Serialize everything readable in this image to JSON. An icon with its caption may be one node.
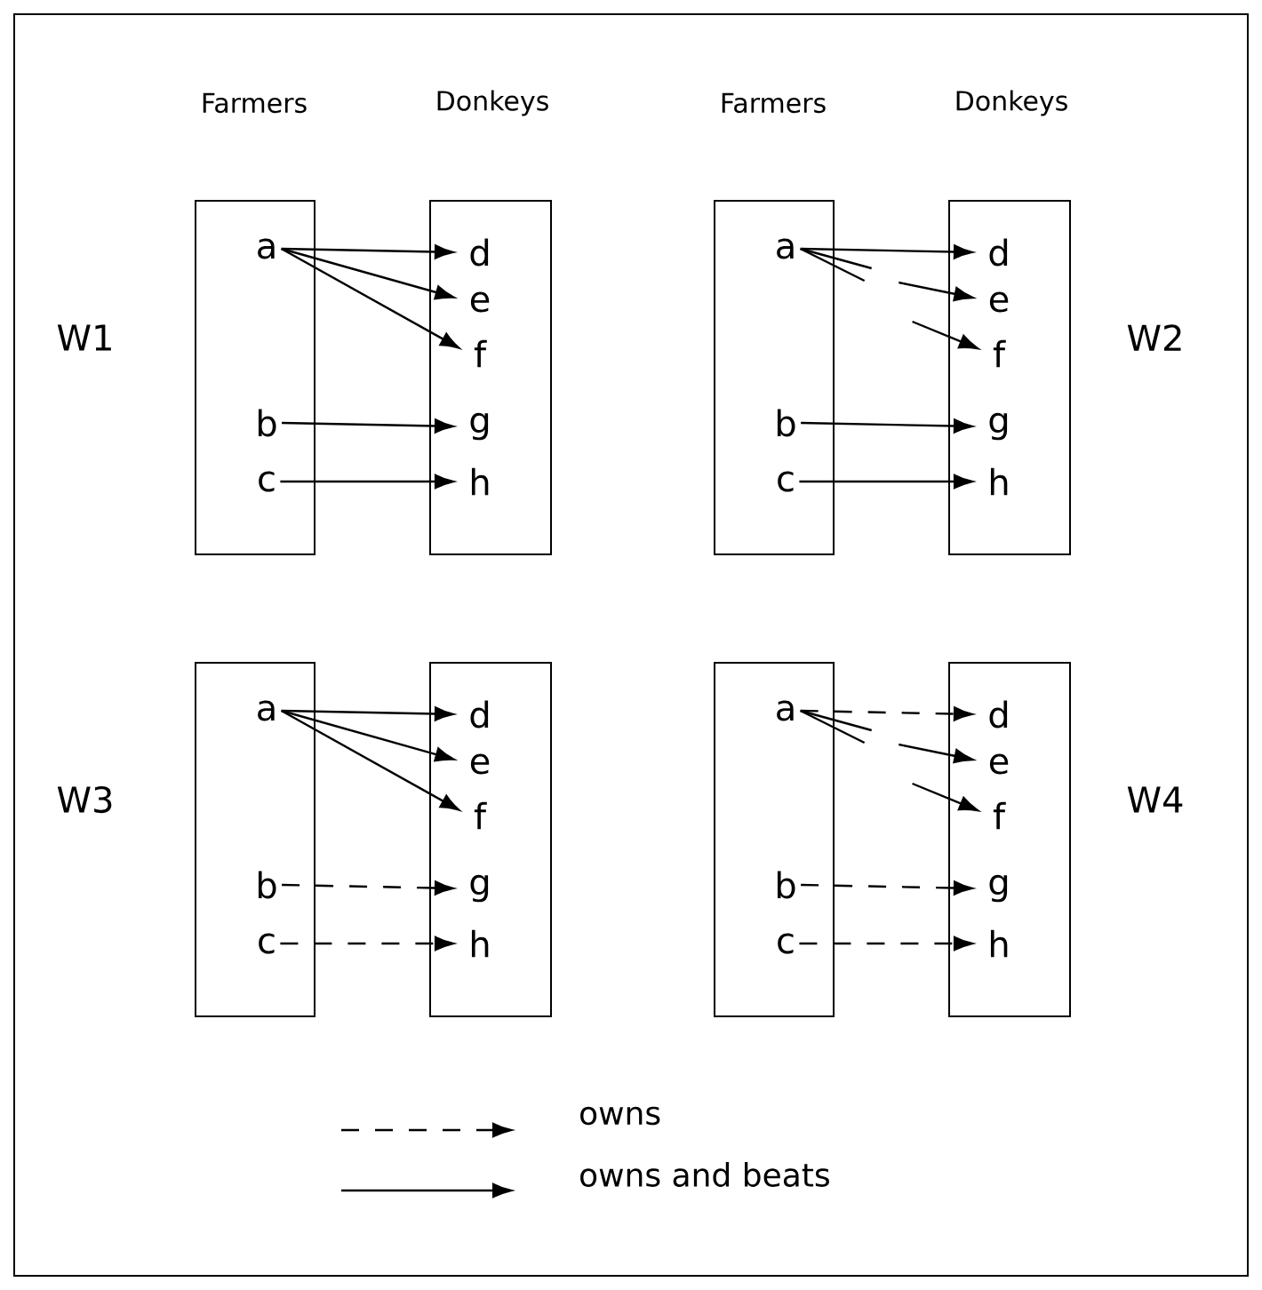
{
  "diagram": {
    "nodes": [
      {
        "text": [
          "Farmers"
        ]
      },
      {
        "text": [
          "a"
        ],
        "in": 0
      },
      {
        "text": [
          "b"
        ],
        "in": 0
      },
      {
        "text": [
          "c"
        ],
        "in": 0
      },
      {
        "text": [
          "Donkeys"
        ]
      },
      {
        "text": [
          "d"
        ],
        "in": 4
      },
      {
        "text": [
          "e"
        ],
        "in": 4
      },
      {
        "text": [
          "f"
        ],
        "in": 4
      },
      {
        "text": [
          "g"
        ],
        "in": 4
      },
      {
        "text": [
          "h"
        ],
        "in": 4
      },
      {
        "text": [
          "Farmers"
        ]
      },
      {
        "text": [
          "a"
        ],
        "in": 10
      },
      {
        "text": [
          "b"
        ],
        "in": 10
      },
      {
        "text": [
          "c"
        ],
        "in": 10
      },
      {
        "text": [
          "Donkeys"
        ]
      },
      {
        "text": [
          "d"
        ],
        "in": 14
      },
      {
        "text": [
          "e"
        ],
        "in": 14
      },
      {
        "text": [
          "f"
        ],
        "in": 14
      },
      {
        "text": [
          "g"
        ],
        "in": 14
      },
      {
        "text": [
          "h"
        ],
        "in": 14
      },
      {
        "text": [],
        "shape": "box"
      },
      {
        "text": [
          "a"
        ],
        "in": 20
      },
      {
        "text": [
          "b"
        ],
        "in": 20
      },
      {
        "text": [
          "c"
        ],
        "in": 20
      },
      {
        "text": [],
        "shape": "box"
      },
      {
        "text": [
          "d"
        ],
        "in": 24
      },
      {
        "text": [
          "e"
        ],
        "in": 24
      },
      {
        "text": [
          "f"
        ],
        "in": 24
      },
      {
        "text": [
          "g"
        ],
        "in": 24
      },
      {
        "text": [
          "h"
        ],
        "in": 24
      },
      {
        "text": [],
        "shape": "box"
      },
      {
        "text": [
          "a"
        ],
        "in": 30
      },
      {
        "text": [
          "b"
        ],
        "in": 30
      },
      {
        "text": [
          "c"
        ],
        "in": 30
      },
      {
        "text": [],
        "shape": "box"
      },
      {
        "text": [
          "d"
        ],
        "in": 34
      },
      {
        "text": [
          "e"
        ],
        "in": 34
      },
      {
        "text": [
          "f"
        ],
        "in": 34
      },
      {
        "text": [
          "g"
        ],
        "in": 34
      },
      {
        "text": [
          "h"
        ],
        "in": 34
      }
    ],
    "edges": [
      {
        "from": 1,
        "to": 5,
        "arrow": "to"
      },
      {
        "from": 1,
        "to": 6,
        "arrow": "to"
      },
      {
        "from": 1,
        "to": 7,
        "arrow": "to"
      },
      {
        "from": 2,
        "to": 8,
        "arrow": "to"
      },
      {
        "from": 3,
        "to": 9,
        "arrow": "to"
      },
      {
        "from": 11,
        "to": 15,
        "arrow": "to"
      },
      {
        "from": 11,
        "to": null,
        "arrow": "none"
      },
      {
        "from": 11,
        "to": null,
        "arrow": "none"
      },
      {
        "from": null,
        "to": 16,
        "arrow": "to"
      },
      {
        "from": null,
        "to": 17,
        "arrow": "to"
      },
      {
        "from": 12,
        "to": 18,
        "arrow": "to"
      },
      {
        "from": 13,
        "to": 19,
        "arrow": "to"
      },
      {
        "from": 21,
        "to": 25,
        "arrow": "to"
      },
      {
        "from": 21,
        "to": 26,
        "arrow": "to"
      },
      {
        "from": 21,
        "to": 27,
        "arrow": "to"
      },
      {
        "from": 22,
        "to": 28,
        "arrow": "to",
        "style": "dashed"
      },
      {
        "from": 23,
        "to": 29,
        "arrow": "to",
        "style": "dashed"
      },
      {
        "from": 31,
        "to": 35,
        "arrow": "to",
        "style": "dashed"
      },
      {
        "from": 31,
        "to": null,
        "arrow": "none"
      },
      {
        "from": 31,
        "to": null,
        "arrow": "none"
      },
      {
        "from": null,
        "to": 36,
        "arrow": "to"
      },
      {
        "from": null,
        "to": 37,
        "arrow": "to"
      },
      {
        "from": 32,
        "to": 38,
        "arrow": "to",
        "style": "dashed"
      },
      {
        "from": 33,
        "to": 39,
        "arrow": "to",
        "style": "dashed"
      }
    ],
    "labels": [
      "W1",
      "W2",
      "W3",
      "W4"
    ],
    "legend": [
      {
        "text": "owns"
      },
      {
        "text": "owns and beats"
      }
    ]
  }
}
